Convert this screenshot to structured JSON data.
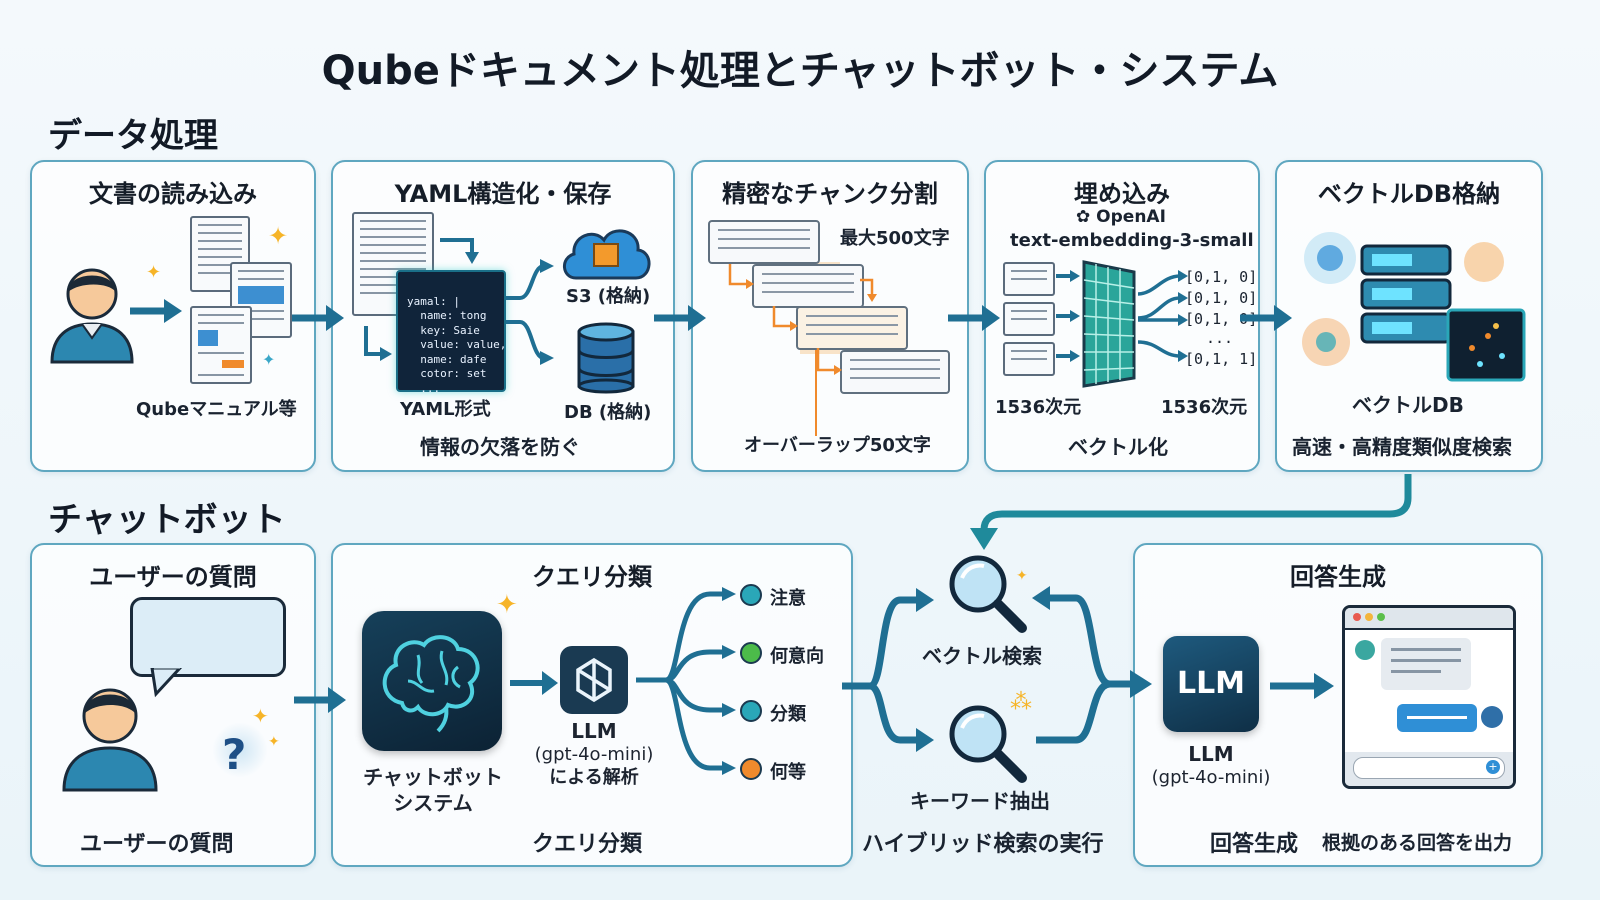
{
  "title": "Qubeドキュメント処理とチャットボット・システム",
  "sections": {
    "data_processing": "データ処理",
    "chatbot": "チャットボット"
  },
  "steps": {
    "load": {
      "title": "文書の読み込み",
      "caption": "Qubeマニュアル等"
    },
    "yaml": {
      "title": "YAML構造化・保存",
      "format_label": "YAML形式",
      "s3_label": "S3 (格納)",
      "db_label": "DB (格納)",
      "caption": "情報の欠落を防ぐ",
      "code_lines": [
        "yamal: |",
        "name: tong",
        "key: Saie",
        "value: value,",
        "name: dafe",
        "cotor: set",
        "..."
      ]
    },
    "chunk": {
      "title": "精密なチャンク分割",
      "max_label": "最大500文字",
      "overlap_label": "オーバーラップ50文字"
    },
    "embed": {
      "title": "埋め込み",
      "provider": "OpenAI",
      "model": "text-embedding-3-small",
      "dim_left": "1536次元",
      "dim_right": "1536次元",
      "caption": "ベクトル化",
      "vectors": [
        "[0,1, 0]",
        "[0,1, 0]",
        "[0,1, 0]",
        "...",
        "[0,1, 1]"
      ]
    },
    "vectordb": {
      "title": "ベクトルDB格納",
      "label": "ベクトルDB",
      "caption": "高速・高精度類似度検索"
    },
    "question": {
      "title": "ユーザーの質問",
      "caption": "ユーザーの質問",
      "mark": "?"
    },
    "classify": {
      "title": "クエリ分類",
      "system_label": "チャットボット\nシステム",
      "llm_label": "LLM",
      "llm_model": "(gpt-4o-mini)",
      "llm_note": "による解析",
      "caption": "クエリ分類",
      "categories": [
        {
          "label": "注意",
          "color": "#2aa7b8"
        },
        {
          "label": "何意向",
          "color": "#4cbb4a"
        },
        {
          "label": "分類",
          "color": "#2aa7b8"
        },
        {
          "label": "何等",
          "color": "#f08a2c"
        }
      ]
    },
    "search": {
      "vector_label": "ベクトル検索",
      "keyword_label": "キーワード抽出",
      "caption": "ハイブリッド検索の実行"
    },
    "answer": {
      "title": "回答生成",
      "llm_badge": "LLM",
      "llm_label": "LLM",
      "llm_model": "(gpt-4o-mini)",
      "caption_left": "回答生成",
      "caption_right": "根拠のある回答を出力"
    }
  },
  "colors": {
    "accent": "#2a8fb0",
    "arrow": "#1f6f93",
    "border": "#5fa7c0",
    "orange": "#f08a2c"
  }
}
